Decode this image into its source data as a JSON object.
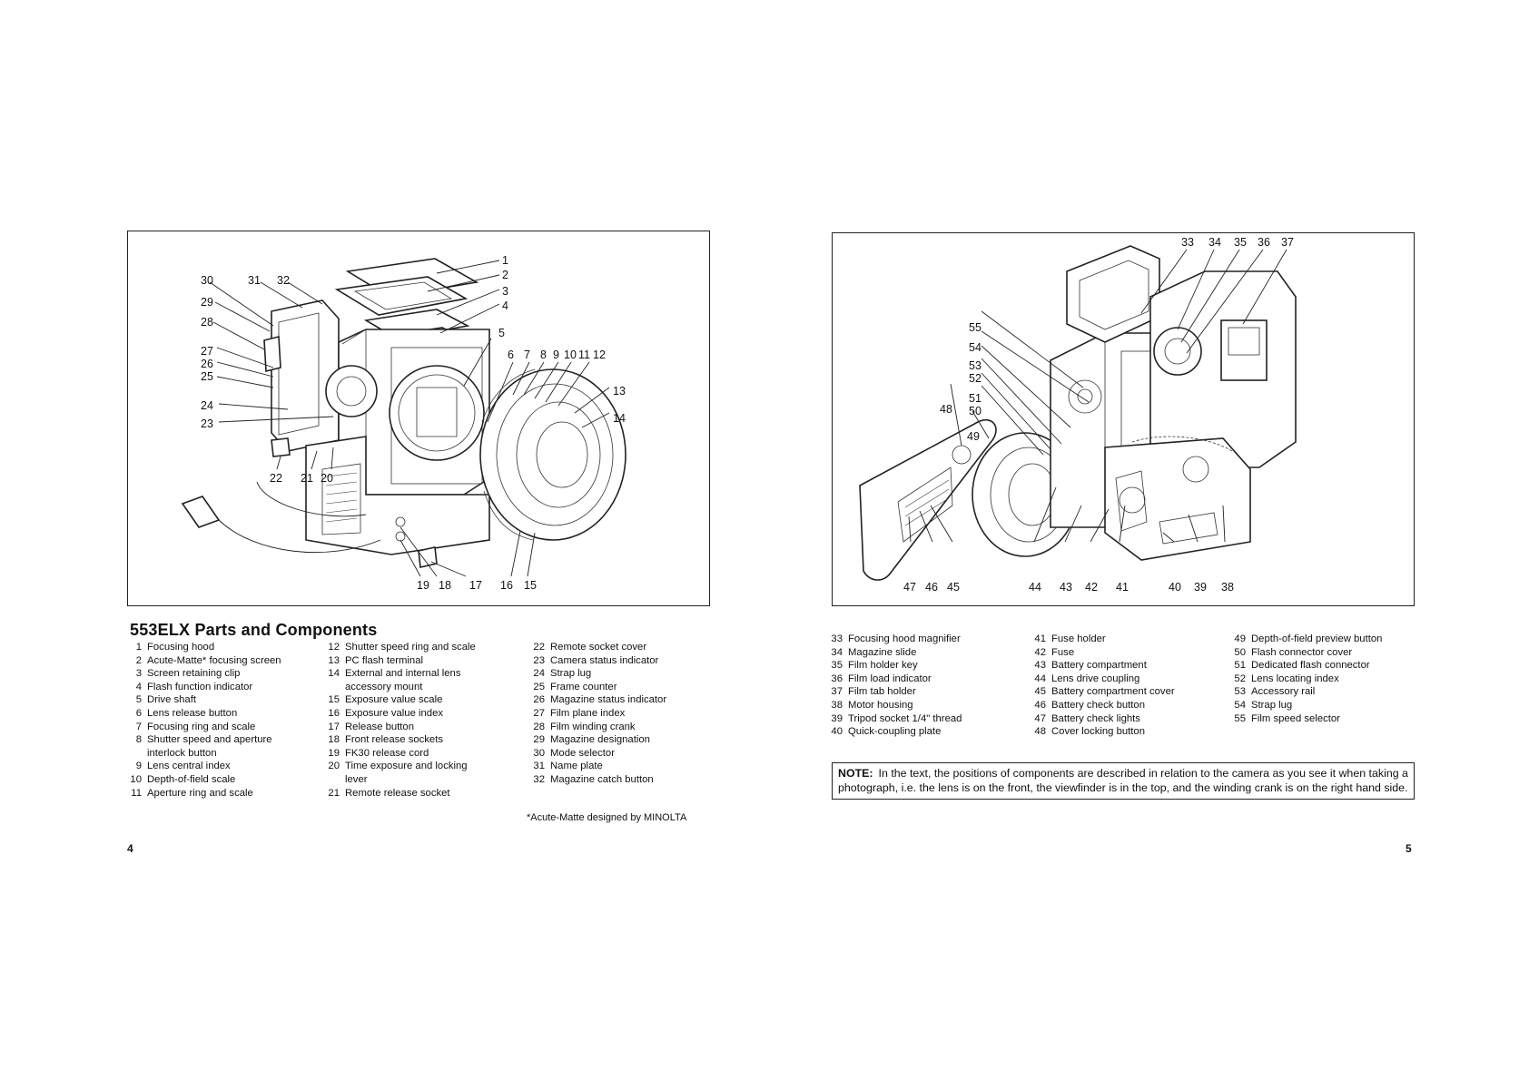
{
  "left_page": {
    "title": "553ELX Parts and Components",
    "page_number": "4",
    "footnote": "*Acute-Matte designed by MINOLTA",
    "figure_callouts": [
      {
        "n": "1"
      },
      {
        "n": "2"
      },
      {
        "n": "3"
      },
      {
        "n": "4"
      },
      {
        "n": "5"
      },
      {
        "n": "6"
      },
      {
        "n": "7"
      },
      {
        "n": "8"
      },
      {
        "n": "9"
      },
      {
        "n": "10"
      },
      {
        "n": "11"
      },
      {
        "n": "12"
      },
      {
        "n": "13"
      },
      {
        "n": "14"
      },
      {
        "n": "15"
      },
      {
        "n": "16"
      },
      {
        "n": "17"
      },
      {
        "n": "18"
      },
      {
        "n": "19"
      },
      {
        "n": "20"
      },
      {
        "n": "21"
      },
      {
        "n": "22"
      },
      {
        "n": "23"
      },
      {
        "n": "24"
      },
      {
        "n": "25"
      },
      {
        "n": "26"
      },
      {
        "n": "27"
      },
      {
        "n": "28"
      },
      {
        "n": "29"
      },
      {
        "n": "30"
      },
      {
        "n": "31"
      },
      {
        "n": "32"
      }
    ],
    "parts_col1": [
      {
        "num": "1",
        "label": "Focusing hood"
      },
      {
        "num": "2",
        "label": "Acute-Matte* focusing screen"
      },
      {
        "num": "3",
        "label": "Screen retaining clip"
      },
      {
        "num": "4",
        "label": "Flash function indicator"
      },
      {
        "num": "5",
        "label": "Drive shaft"
      },
      {
        "num": "6",
        "label": "Lens release button"
      },
      {
        "num": "7",
        "label": "Focusing ring and scale"
      },
      {
        "num": "8",
        "label": "Shutter speed and aperture interlock button"
      },
      {
        "num": "9",
        "label": "Lens central index"
      },
      {
        "num": "10",
        "label": "Depth-of-field scale"
      },
      {
        "num": "11",
        "label": "Aperture ring and scale"
      }
    ],
    "parts_col2": [
      {
        "num": "12",
        "label": "Shutter speed ring and scale"
      },
      {
        "num": "13",
        "label": "PC flash terminal"
      },
      {
        "num": "14",
        "label": "External and internal lens accessory mount"
      },
      {
        "num": "15",
        "label": "Exposure value scale"
      },
      {
        "num": "16",
        "label": "Exposure value index"
      },
      {
        "num": "17",
        "label": "Release button"
      },
      {
        "num": "18",
        "label": "Front release sockets"
      },
      {
        "num": "19",
        "label": "FK30 release cord"
      },
      {
        "num": "20",
        "label": "Time exposure and locking lever"
      },
      {
        "num": "21",
        "label": "Remote release socket"
      }
    ],
    "parts_col3": [
      {
        "num": "22",
        "label": "Remote socket cover"
      },
      {
        "num": "23",
        "label": "Camera status indicator"
      },
      {
        "num": "24",
        "label": "Strap lug"
      },
      {
        "num": "25",
        "label": "Frame counter"
      },
      {
        "num": "26",
        "label": "Magazine status indicator"
      },
      {
        "num": "27",
        "label": "Film plane index"
      },
      {
        "num": "28",
        "label": "Film winding crank"
      },
      {
        "num": "29",
        "label": "Magazine designation"
      },
      {
        "num": "30",
        "label": "Mode selector"
      },
      {
        "num": "31",
        "label": "Name plate"
      },
      {
        "num": "32",
        "label": "Magazine catch button"
      }
    ]
  },
  "right_page": {
    "page_number": "5",
    "figure_callouts": [
      {
        "n": "33"
      },
      {
        "n": "34"
      },
      {
        "n": "35"
      },
      {
        "n": "36"
      },
      {
        "n": "37"
      },
      {
        "n": "38"
      },
      {
        "n": "39"
      },
      {
        "n": "40"
      },
      {
        "n": "41"
      },
      {
        "n": "42"
      },
      {
        "n": "43"
      },
      {
        "n": "44"
      },
      {
        "n": "45"
      },
      {
        "n": "46"
      },
      {
        "n": "47"
      },
      {
        "n": "48"
      },
      {
        "n": "49"
      },
      {
        "n": "50"
      },
      {
        "n": "51"
      },
      {
        "n": "52"
      },
      {
        "n": "53"
      },
      {
        "n": "54"
      },
      {
        "n": "55"
      }
    ],
    "parts_col1": [
      {
        "num": "33",
        "label": "Focusing hood magnifier"
      },
      {
        "num": "34",
        "label": "Magazine slide"
      },
      {
        "num": "35",
        "label": "Film holder key"
      },
      {
        "num": "36",
        "label": "Film load indicator"
      },
      {
        "num": "37",
        "label": "Film tab holder"
      },
      {
        "num": "38",
        "label": "Motor housing"
      },
      {
        "num": "39",
        "label": "Tripod socket 1/4\" thread"
      },
      {
        "num": "40",
        "label": "Quick-coupling plate"
      }
    ],
    "parts_col2": [
      {
        "num": "41",
        "label": "Fuse holder"
      },
      {
        "num": "42",
        "label": "Fuse"
      },
      {
        "num": "43",
        "label": "Battery compartment"
      },
      {
        "num": "44",
        "label": "Lens drive coupling"
      },
      {
        "num": "45",
        "label": "Battery compartment cover"
      },
      {
        "num": "46",
        "label": "Battery check button"
      },
      {
        "num": "47",
        "label": "Battery check lights"
      },
      {
        "num": "48",
        "label": "Cover locking button"
      }
    ],
    "parts_col3": [
      {
        "num": "49",
        "label": "Depth-of-field preview button"
      },
      {
        "num": "50",
        "label": "Flash connector cover"
      },
      {
        "num": "51",
        "label": "Dedicated flash connector"
      },
      {
        "num": "52",
        "label": "Lens locating index"
      },
      {
        "num": "53",
        "label": "Accessory rail"
      },
      {
        "num": "54",
        "label": "Strap lug"
      },
      {
        "num": "55",
        "label": "Film speed selector"
      }
    ],
    "note": {
      "label": "NOTE:",
      "text": "In the text, the positions of components are described in relation to the camera as you see it when taking a photograph, i.e. the lens is on the front, the viewfinder is in the top, and the winding crank is on the right hand side."
    }
  }
}
